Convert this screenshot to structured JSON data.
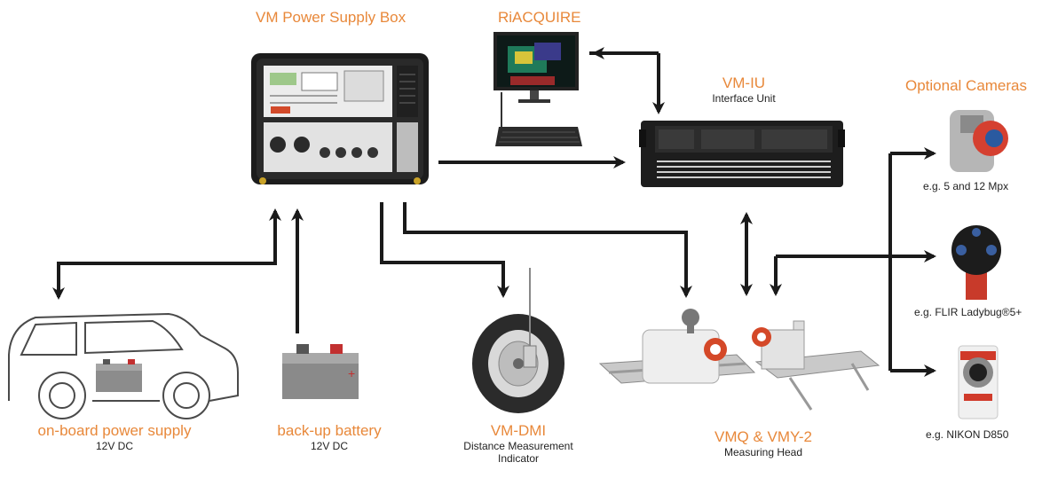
{
  "colors": {
    "accent": "#e8883a",
    "arrow": "#1a1a1a",
    "text": "#222222"
  },
  "components": {
    "power_box": {
      "title": "VM Power Supply Box"
    },
    "riacquire": {
      "title": "RiACQUIRE"
    },
    "vmiu": {
      "title": "VM-IU",
      "subtitle": "Interface Unit"
    },
    "cameras": {
      "title": "Optional Cameras",
      "items": [
        {
          "caption": "e.g. 5 and 12 Mpx"
        },
        {
          "caption": "e.g. FLIR Ladybug®5+"
        },
        {
          "caption": "e.g. NIKON D850"
        }
      ]
    },
    "onboard": {
      "title": "on-board power supply",
      "subtitle": "12V DC"
    },
    "battery": {
      "title": "back-up battery",
      "subtitle": "12V DC"
    },
    "dmi": {
      "title": "VM-DMI",
      "subtitle_1": "Distance Measurement",
      "subtitle_2": "Indicator"
    },
    "head": {
      "title": "VMQ & VMY-2",
      "subtitle": "Measuring Head"
    }
  },
  "icons": [
    "power-box-icon",
    "monitor-icon",
    "keyboard-icon",
    "interface-unit-icon",
    "car-icon",
    "battery-icon",
    "wheel-icon",
    "measuring-head-icon",
    "camera-icon",
    "ladybug-camera-icon",
    "nikon-camera-icon"
  ]
}
